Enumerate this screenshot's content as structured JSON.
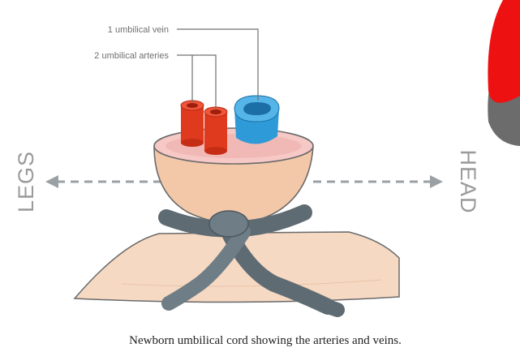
{
  "labels": {
    "vein": "1 umbilical vein",
    "arteries": "2 umbilical arteries"
  },
  "directions": {
    "left": "LEGS",
    "right": "HEAD"
  },
  "caption": "Newborn umbilical cord showing the arteries and veins.",
  "colors": {
    "artery": "#e03a1e",
    "vein": "#2e9ad8",
    "cord": "#f3c8a8",
    "cord_top": "#f7c9c6",
    "clamp": "#5e6b73",
    "skin": "#f6d9c3",
    "arrow": "#9aa0a4",
    "corner_red": "#ee1111",
    "corner_grey": "#6c6c6c"
  }
}
